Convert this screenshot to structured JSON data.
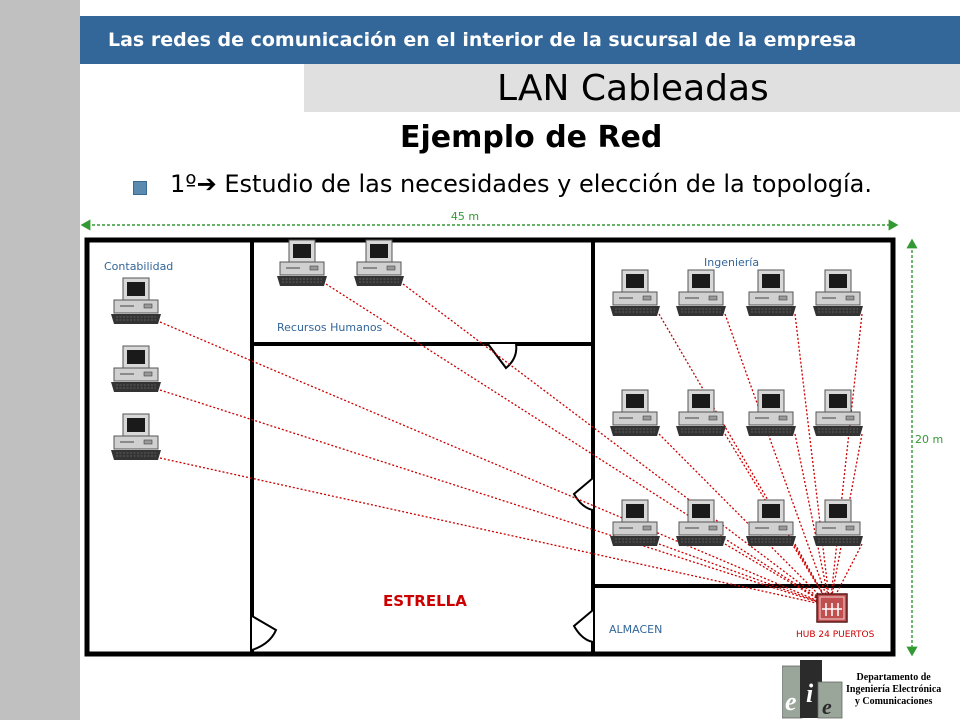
{
  "header": {
    "title": "Las redes de comunicación  en el interior de la sucursal de la empresa",
    "color": "#336699"
  },
  "subtitle": "LAN Cableadas",
  "example_title": "Ejemplo de Red",
  "bullet": {
    "prefix": "1º",
    "arrow": "➔",
    "text": " Estudio de las necesidades y elección de la topología."
  },
  "diagram": {
    "width_label": "45 m",
    "height_label": "20 m",
    "rooms": {
      "contabilidad": "Contabilidad",
      "recursos_humanos": "Recursos Humanos",
      "ingenieria": "Ingeniería",
      "almacen": "ALMACEN"
    },
    "topology_label": "ESTRELLA",
    "hub_label": "HUB 24 PUERTOS",
    "computer_counts": {
      "contabilidad": 3,
      "recursos_humanos": 2,
      "ingenieria": 12
    },
    "colors": {
      "cable": "#cc0000",
      "dimension": "#339933",
      "label": "#336699",
      "hub": "#c05050"
    }
  },
  "footer": {
    "logo_letters": [
      "e",
      "i",
      "e"
    ],
    "department_lines": [
      "Departamento de",
      "Ingeniería Electrónica",
      "y Comunicaciones"
    ]
  }
}
